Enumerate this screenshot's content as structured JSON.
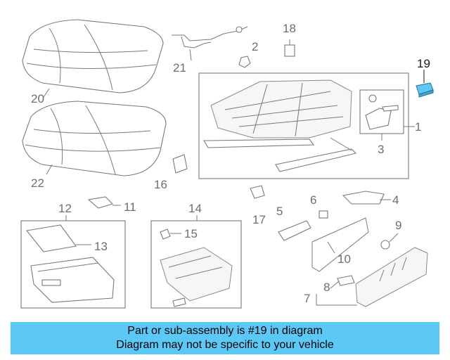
{
  "callouts": {
    "c1": "1",
    "c2": "2",
    "c3": "3",
    "c4": "4",
    "c5": "5",
    "c6": "6",
    "c7": "7",
    "c8": "8",
    "c9": "9",
    "c10": "10",
    "c11": "11",
    "c12": "12",
    "c13": "13",
    "c14": "14",
    "c15": "15",
    "c16": "16",
    "c17": "17",
    "c18": "18",
    "c19": "19",
    "c20": "20",
    "c21": "21",
    "c22": "22"
  },
  "highlight": {
    "part": "19",
    "color": "#5bc8f5"
  },
  "caption": {
    "line1": "Part or sub-assembly is #19 in diagram",
    "line2": "Diagram may not be specific to your vehicle",
    "background": "#5bc8f5"
  }
}
